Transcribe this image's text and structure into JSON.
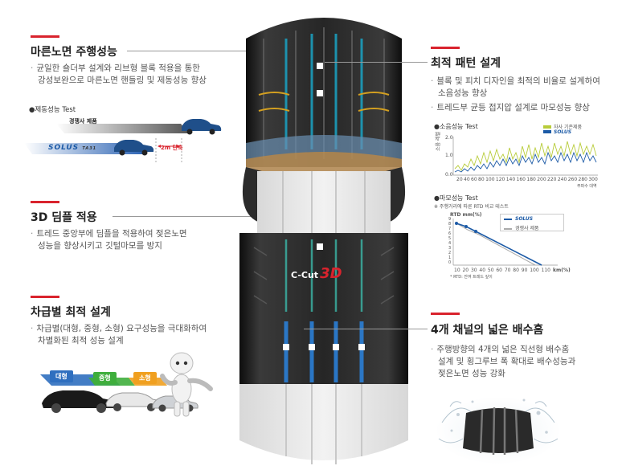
{
  "sections": {
    "dry": {
      "title": "마른노면 주행성능",
      "lines": [
        "균일한 숄더부 설계와 리브형 블록 적용을 통한",
        "강성보완으로 마른노면 핸들링 및 제동성능 향상"
      ],
      "test_label": "●제동성능 Test",
      "competitor_label": "경쟁사 제품",
      "brand": "SOLUS",
      "model": "TA31",
      "shorten_label": "2m 단축"
    },
    "dimple": {
      "title": "3D 딤플 적용",
      "lines": [
        "트레드 중앙부에 딤플을 적용하여 젖은노면",
        "성능을 향상시키고 깃털마모를 방지"
      ]
    },
    "vehicle": {
      "title": "차급별 최적 설계",
      "lines": [
        "차급별(대형, 중형, 소형) 요구성능을 극대화하여",
        "차별화된 최적 성능 설계"
      ],
      "tags": [
        "대형",
        "중형",
        "소형"
      ]
    },
    "pattern": {
      "title": "최적 패턴 설계",
      "lines1": [
        "블록 및 피치 디자인을 최적의 비율로 설계하여",
        "소음성능 향상"
      ],
      "lines2": [
        "트레드부 균등 접지압 설계로 마모성능 향상"
      ],
      "noise_label": "●소음성능 Test",
      "noise_legend_old": "자사 기존제품",
      "noise_legend_new": "SOLUS",
      "noise_yaxis": "소음 레벨",
      "noise_yticks": [
        "0.0",
        "1.0",
        "2.0"
      ],
      "noise_xticks": [
        "20",
        "40",
        "60",
        "80",
        "100",
        "120",
        "140",
        "160",
        "180",
        "200",
        "220",
        "240",
        "260",
        "280",
        "300"
      ],
      "noise_xunit": "주파수 대역",
      "wear_label": "●마모성능 Test",
      "wear_sub": "※ 주행거리에 따른 RTD 비교 테스트",
      "wear_yunit": "RTD mm(%)",
      "wear_yticks": [
        "9",
        "8",
        "7",
        "6",
        "5",
        "4",
        "3",
        "2",
        "1",
        "0"
      ],
      "wear_xticks": [
        "10",
        "20",
        "30",
        "40",
        "50",
        "60",
        "70",
        "80",
        "90",
        "100",
        "110"
      ],
      "wear_xunit": "km(%)",
      "wear_legend_new": "SOLUS",
      "wear_legend_old": "경쟁사 제품",
      "wear_note": "* RTD: 잔여 트레드 깊이"
    },
    "groove": {
      "title": "4개 채널의 넓은 배수홈",
      "lines": [
        "주행방향의 4개의 넓은 직선형 배수홈",
        "설계 및 횡그루브 폭 확대로 배수성능과",
        "젖은노면 성능 강화"
      ]
    }
  },
  "tire": {
    "ccut_label": "C-Cut",
    "ccut_3d": "3D"
  },
  "colors": {
    "accent": "#d9232d",
    "solus_blue": "#1c5aa6",
    "old_green": "#b8cc3a"
  }
}
